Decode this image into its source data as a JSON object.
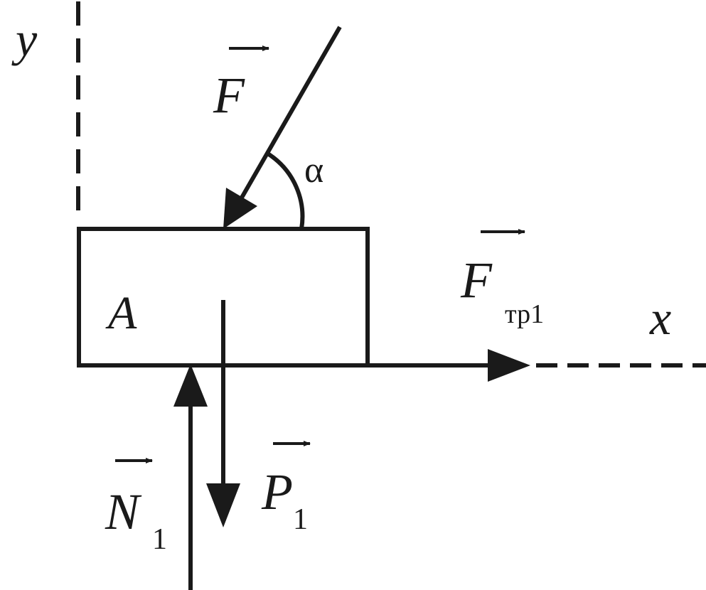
{
  "axes": {
    "y": "y",
    "x": "x"
  },
  "block": {
    "label": "A"
  },
  "forces": {
    "applied": {
      "symbol": "F"
    },
    "angle": {
      "symbol": "α"
    },
    "friction": {
      "symbol": "F",
      "subscript": "тр1"
    },
    "normal": {
      "symbol": "N",
      "subscript": "1"
    },
    "weight": {
      "symbol": "P",
      "subscript": "1"
    }
  },
  "colors": {
    "ink": "#1a1a1a",
    "background": "#ffffff"
  }
}
